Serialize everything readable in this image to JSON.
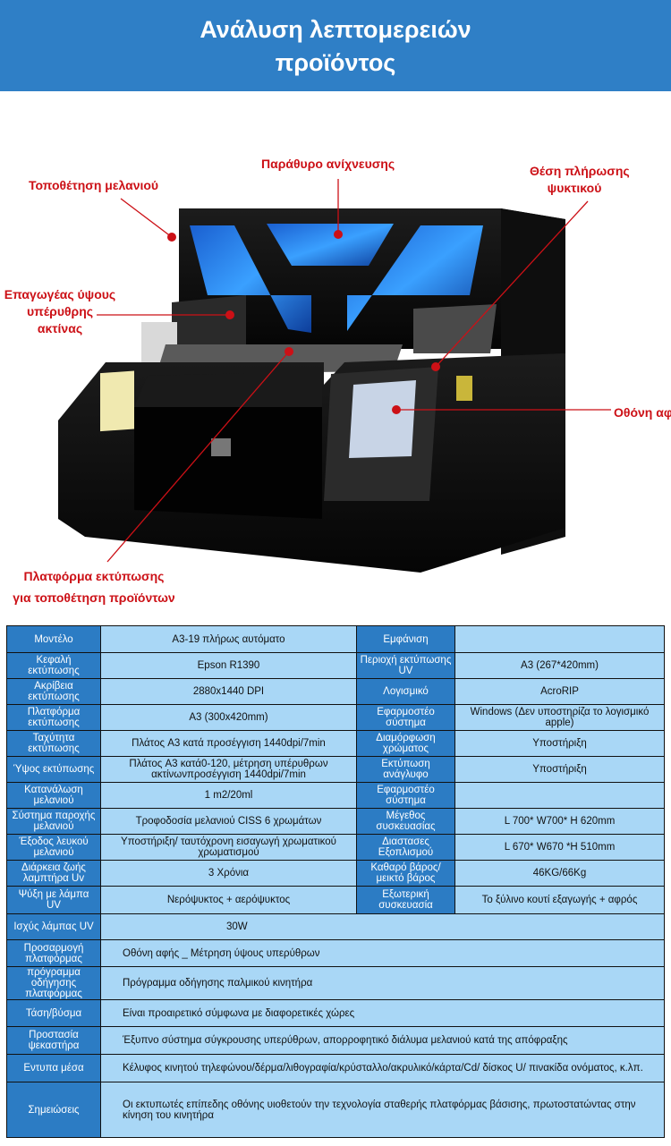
{
  "header": {
    "title_line1": "Ανάλυση λεπτομερειών",
    "title_line2": "προϊόντος"
  },
  "callouts": {
    "ink_placement": "Τοποθέτηση μελανιού",
    "detection_window": "Παράθυρο ανίχνευσης",
    "coolant_fill_line1": "Θέση πλήρωσης",
    "coolant_fill_line2": "ψυκτικού",
    "ir_sensor_line1": "Επαγωγέας ύψους",
    "ir_sensor_line2": "υπέρυθρης",
    "ir_sensor_line3": "ακτίνας",
    "touch_screen": "Οθόνη αφής",
    "platform_line1": "Πλατφόρμα εκτύπωσης",
    "platform_line2": "για τοποθέτηση προϊόντων"
  },
  "colors": {
    "header": "#2f7fc6",
    "callout": "#cc1016",
    "key_cell": "#2c7cc4",
    "value_cell": "#a9d7f6"
  },
  "specs": {
    "rows4": [
      {
        "k1": "Μοντέλο",
        "v1": "A3-19 πλήρως αυτόματο",
        "k2": "Εμφάνιση",
        "v2": ""
      },
      {
        "k1": "Κεφαλή εκτύπωσης",
        "v1": "Epson R1390",
        "k2": "Περιοχή εκτύπωσης UV",
        "v2": "A3 (267*420mm)"
      },
      {
        "k1": "Ακρίβεια εκτύπωσης",
        "v1": "2880x1440 DPI",
        "k2": "Λογισμικό",
        "v2": "AcroRIP"
      },
      {
        "k1": "Πλατφόρμα εκτύπωσης",
        "v1": "A3 (300x420mm)",
        "k2": "Εφαρμοστέο σύστημα",
        "v2": "Windows (Δεν υποστηρίζα το λογισμικό apple)"
      },
      {
        "k1": "Ταχύτητα εκτύπωσης",
        "v1": "Πλάτος A3 κατά προσέγγιση 1440dpi/7min",
        "k2": "Διαμόρφωση χρώματος",
        "v2": "Υποστήριξη"
      },
      {
        "k1": "Ύψος εκτύπωσης",
        "v1": "Πλάτος A3 κατά0-120, μέτρηση υπέρυθρων ακτίνωνπροσέγγιση 1440dpi/7min",
        "k2": "Εκτύπωση ανάγλυφο",
        "v2": "Υποστήριξη"
      },
      {
        "k1": "Κατανάλωση μελανιού",
        "v1": "1 m2/20ml",
        "k2": "Εφαρμοστέο σύστημα",
        "v2": ""
      },
      {
        "k1": "Σύστημα παροχής μελανιού",
        "v1": "Τροφοδοσία μελανιού CISS 6 χρωμάτων",
        "k2": "Μέγεθος συσκευασίας",
        "v2": "L 700* W700* H 620mm"
      },
      {
        "k1": "Έξοδος λευκού μελανιού",
        "v1": "Υποστήριξη/ ταυτόχρονη εισαγωγή χρωματικού χρωματισμού",
        "k2": "Διαστασες Εξοπλισμού",
        "v2": "L 670* W670 *H 510mm"
      },
      {
        "k1": "Διάρκεια ζωής λαμπτήρα Uv",
        "v1": "3 Χρόνια",
        "k2": "Καθαρό βάρος/ μεικτό βάρος",
        "v2": "46KG/66Kg"
      },
      {
        "k1": "Ψύξη με λάμπα UV",
        "v1": "Νερόψυκτος + αερόψυκτος",
        "k2": "Εξωτερική συσκευασία",
        "v2": "Το ξύλινο κουτί εξαγωγής + αφρός"
      }
    ],
    "rows2": [
      {
        "k": "Ισχύς λάμπας UV",
        "v": "30W"
      },
      {
        "k": "Προσαρμογή πλατφόρμας",
        "v": "Οθόνη αφής _ Μέτρηση ύψους υπερύθρων"
      },
      {
        "k": "πρόγραμμα οδήγησης πλατφόρμας",
        "v": "Πρόγραμμα οδήγησης παλμικού κινητήρα"
      },
      {
        "k": "Τάση/βύσμα",
        "v": "Είναι προαιρετικό σύμφωνα με διαφορετικές χώρες"
      },
      {
        "k": "Προστασία ψεκαστήρα",
        "v": "Έξυπνο σύστημα σύγκρουσης υπερύθρων, απορροφητικό διάλυμα μελανιού κατά της απόφραξης"
      },
      {
        "k": "Εντυπα μέσα",
        "v": "Κέλυφος κινητού τηλεφώνου/δέρμα/λιθογραφία/κρύσταλλο/ακρυλικό/κάρτα/Cd/ δίσκος U/ πινακίδα ονόματος, κ.λπ."
      },
      {
        "k": "Σημειώσεις",
        "v": "Οι εκτυπωτές επίπεδης οθόνης υιοθετούν την τεχνολογία σταθερής πλατφόρμας βάσισης, πρωτοστατώντας στην κίνηση του κινητήρα"
      }
    ]
  }
}
